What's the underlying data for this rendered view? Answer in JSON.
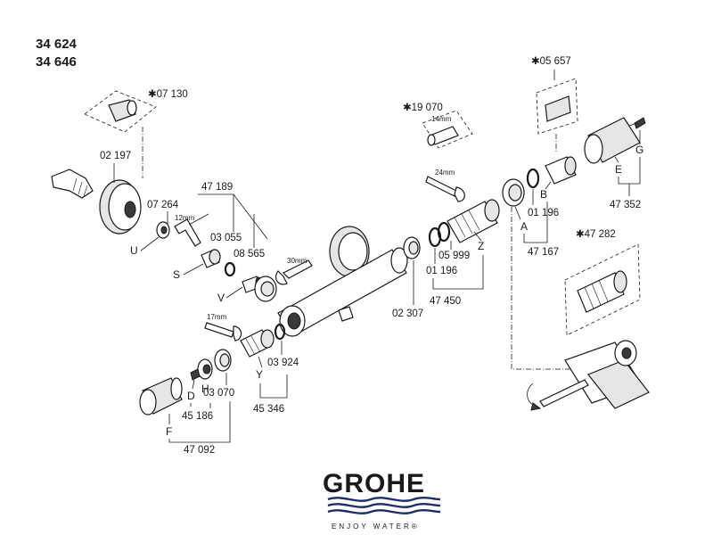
{
  "models": [
    "34 624",
    "34 646"
  ],
  "parts": {
    "p07130": "✱07 130",
    "p02197": "02 197",
    "p07264": "07 264",
    "p47189": "47 189",
    "p03055": "03 055",
    "p08565": "08 565",
    "p19070": "✱19 070",
    "p02307": "02 307",
    "p01196a": "01 196",
    "p05999": "05 999",
    "p47450": "47 450",
    "p05657": "✱05 657",
    "p01196b": "01 196",
    "p47167": "47 167",
    "p47352": "47 352",
    "p47282": "✱47 282",
    "p03924": "03 924",
    "p45346": "45 346",
    "p03070": "03 070",
    "p45186": "45 186",
    "p47092": "47 092"
  },
  "letters": {
    "U": "U",
    "S": "S",
    "V": "V",
    "Z": "Z",
    "A": "A",
    "B": "B",
    "E": "E",
    "G": "G",
    "Y": "Y",
    "D": "D",
    "H": "H",
    "F": "F"
  },
  "tools": {
    "t12": "12mm",
    "t30": "30mm",
    "t14": "14mm",
    "t24": "24mm",
    "t17": "17mm"
  },
  "logo": {
    "brand": "GROHE",
    "tagline": "ENJOY WATER®",
    "color": "#1a2d72"
  }
}
